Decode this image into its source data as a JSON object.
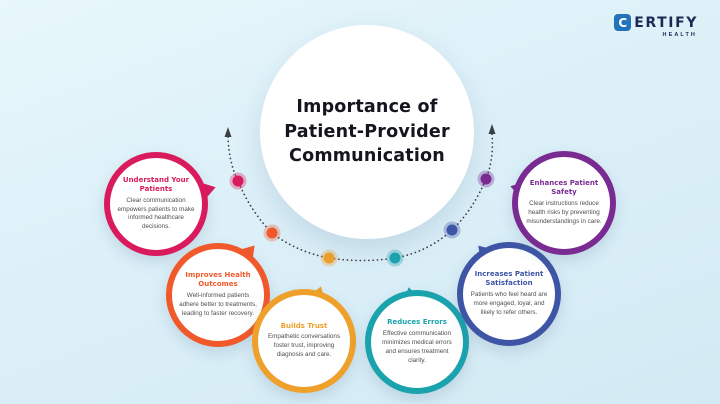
{
  "logo": {
    "initial": "C",
    "brand_rest": "ERTIFY",
    "sub": "HEALTH",
    "icon_color": "#2273BA",
    "text_color": "#1B2A55"
  },
  "center": {
    "title_lines": [
      "Importance of",
      "Patient-Provider",
      "Communication"
    ],
    "text_color": "#15151F"
  },
  "arc": {
    "dot_color": "#3F3F46"
  },
  "bubbles": [
    {
      "title": "Understand Your Patients",
      "body": "Clear communication empowers patients to make informed healthcare decisions.",
      "color": "#D91A5D"
    },
    {
      "title": "Improves Health Outcomes",
      "body": "Well-informed patients adhere better to treatments, leading to faster recovery.",
      "color": "#F1592A"
    },
    {
      "title": "Builds Trust",
      "body": "Empathetic conversations foster trust, improving diagnosis and care.",
      "color": "#EEA02A"
    },
    {
      "title": "Reduces Errors",
      "body": "Effective communication minimizes medical errors and ensures treatment clarity.",
      "color": "#1BA3AD"
    },
    {
      "title": "Increases Patient Satisfaction",
      "body": "Patients who feel heard are more engaged, loyal, and likely to refer others.",
      "color": "#3E55A6"
    },
    {
      "title": "Enhances Patient Safety",
      "body": "Clear instructions reduce health risks by preventing misunderstandings in care.",
      "color": "#7A2B92"
    }
  ]
}
